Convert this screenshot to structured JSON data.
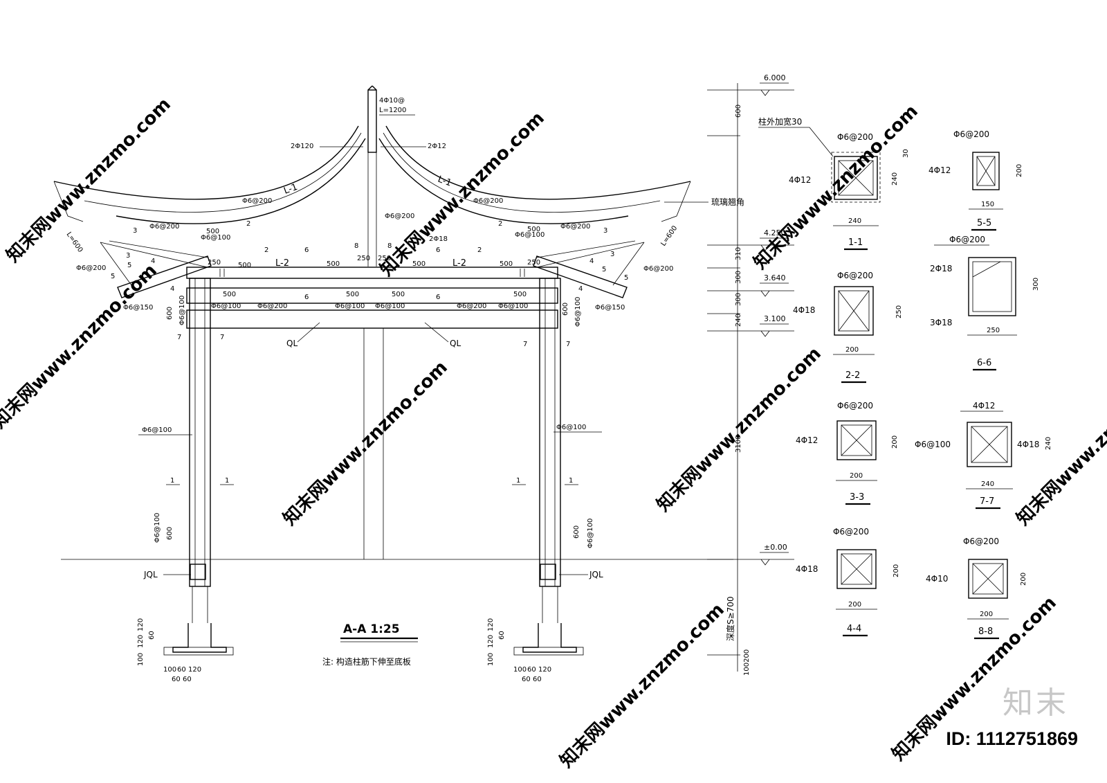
{
  "section": {
    "title": "A-A  1:25",
    "note": "注: 构造柱筋下伸至底板"
  },
  "elevation": {
    "levels": [
      "6.000",
      "4.250",
      "3.640",
      "3.100",
      "±0.00"
    ],
    "dims": [
      "600",
      "310",
      "300",
      "300",
      "240",
      "3100"
    ],
    "depth": "深度S≥700",
    "bottom_dims": "100200"
  },
  "roof_labels": {
    "ridge_bar": "4Φ10@",
    "ridge_len": "L=1200",
    "left_top_bar": "2Φ120",
    "right_top_bar": "2Φ12",
    "mid_bar": "2Φ18",
    "beam_l1": "L-1",
    "beam_l2": "L-2",
    "stirrup_200": "Φ6@200",
    "stirrup_100": "Φ6@100",
    "stirrup_150": "Φ6@150",
    "eave_len": "L=600",
    "glass_corner": "琉璃翘角",
    "ring_beam": "QL",
    "ground_beam": "JQL",
    "dim_500": "500",
    "dim_250": "250",
    "dim_600": "600"
  },
  "footing_dims": {
    "v1": "100",
    "v2": "120",
    "v3": "120",
    "v4": "60",
    "h1": "100",
    "h2": "60",
    "h3": "120",
    "h4": "60",
    "h5": "60"
  },
  "details": {
    "d1": {
      "label": "1-1",
      "note": "柱外加宽30",
      "stirrup": "Φ6@200",
      "bars": "4Φ12",
      "w": "240",
      "h": "240",
      "extra": "30"
    },
    "d2": {
      "label": "2-2",
      "stirrup": "Φ6@200",
      "bars": "4Φ18",
      "w": "200",
      "h": "250"
    },
    "d3": {
      "label": "3-3",
      "stirrup": "Φ6@200",
      "bars": "4Φ12",
      "w": "200",
      "h": "200"
    },
    "d4": {
      "label": "4-4",
      "stirrup": "Φ6@200",
      "bars": "4Φ18",
      "w": "200",
      "h": "200"
    },
    "d5": {
      "label": "5-5",
      "stirrup": "Φ6@200",
      "bars": "4Φ12",
      "w": "150",
      "h": "200"
    },
    "d6": {
      "label": "6-6",
      "stirrup": "Φ6@200",
      "bars_top": "2Φ18",
      "bars_bot": "3Φ18",
      "w": "250",
      "h": "300"
    },
    "d7": {
      "label": "7-7",
      "stirrup": "Φ6@100",
      "bars_top": "4Φ12",
      "bars_side": "4Φ18",
      "w": "240",
      "h": "240"
    },
    "d8": {
      "label": "8-8",
      "stirrup": "Φ6@200",
      "bars": "4Φ10",
      "w": "200",
      "h": "200"
    }
  },
  "watermark": {
    "text": "知末网www.znzmo.com",
    "brand": "知末",
    "id": "ID: 1112751869"
  }
}
